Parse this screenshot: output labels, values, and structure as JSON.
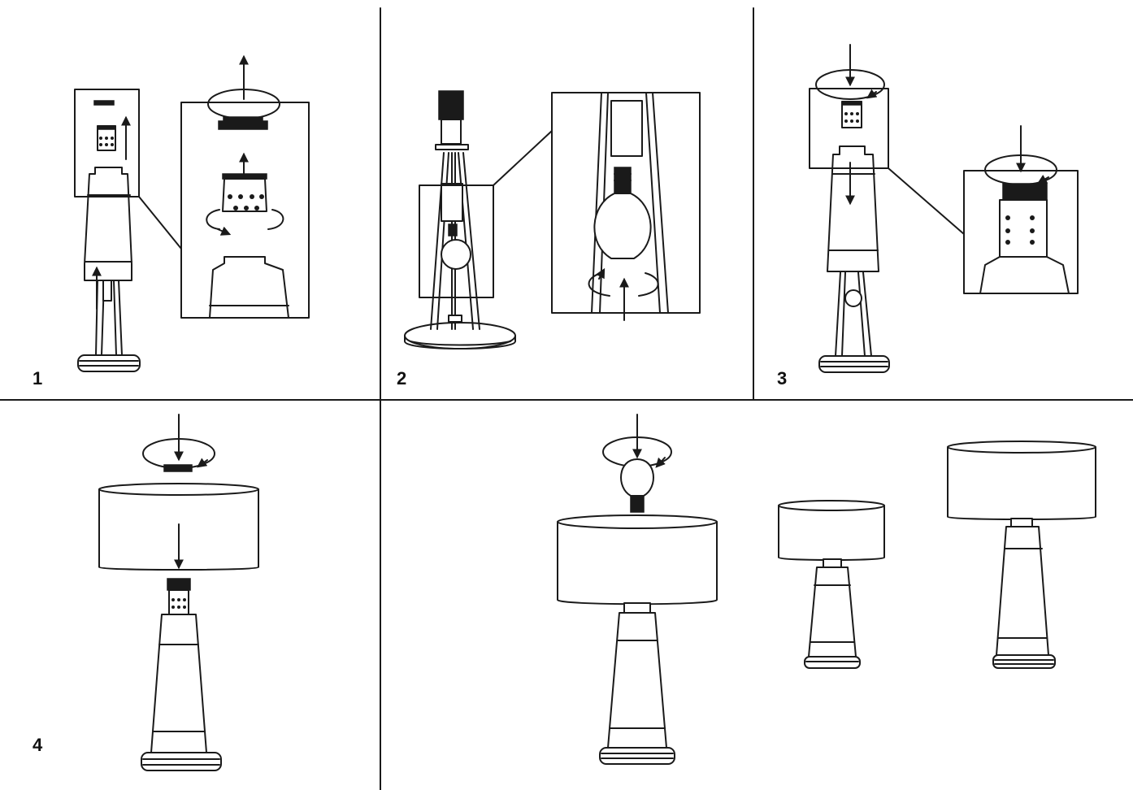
{
  "steps": [
    {
      "number": "1"
    },
    {
      "number": "2"
    },
    {
      "number": "3"
    },
    {
      "number": "4"
    }
  ],
  "colors": {
    "line": "#1a1a1a",
    "background": "#ffffff"
  },
  "icons": [
    "arrow-up-icon",
    "arrow-down-icon",
    "rotate-arrow-icon",
    "light-bulb-icon",
    "lamp-shade-icon",
    "lamp-base-icon"
  ]
}
